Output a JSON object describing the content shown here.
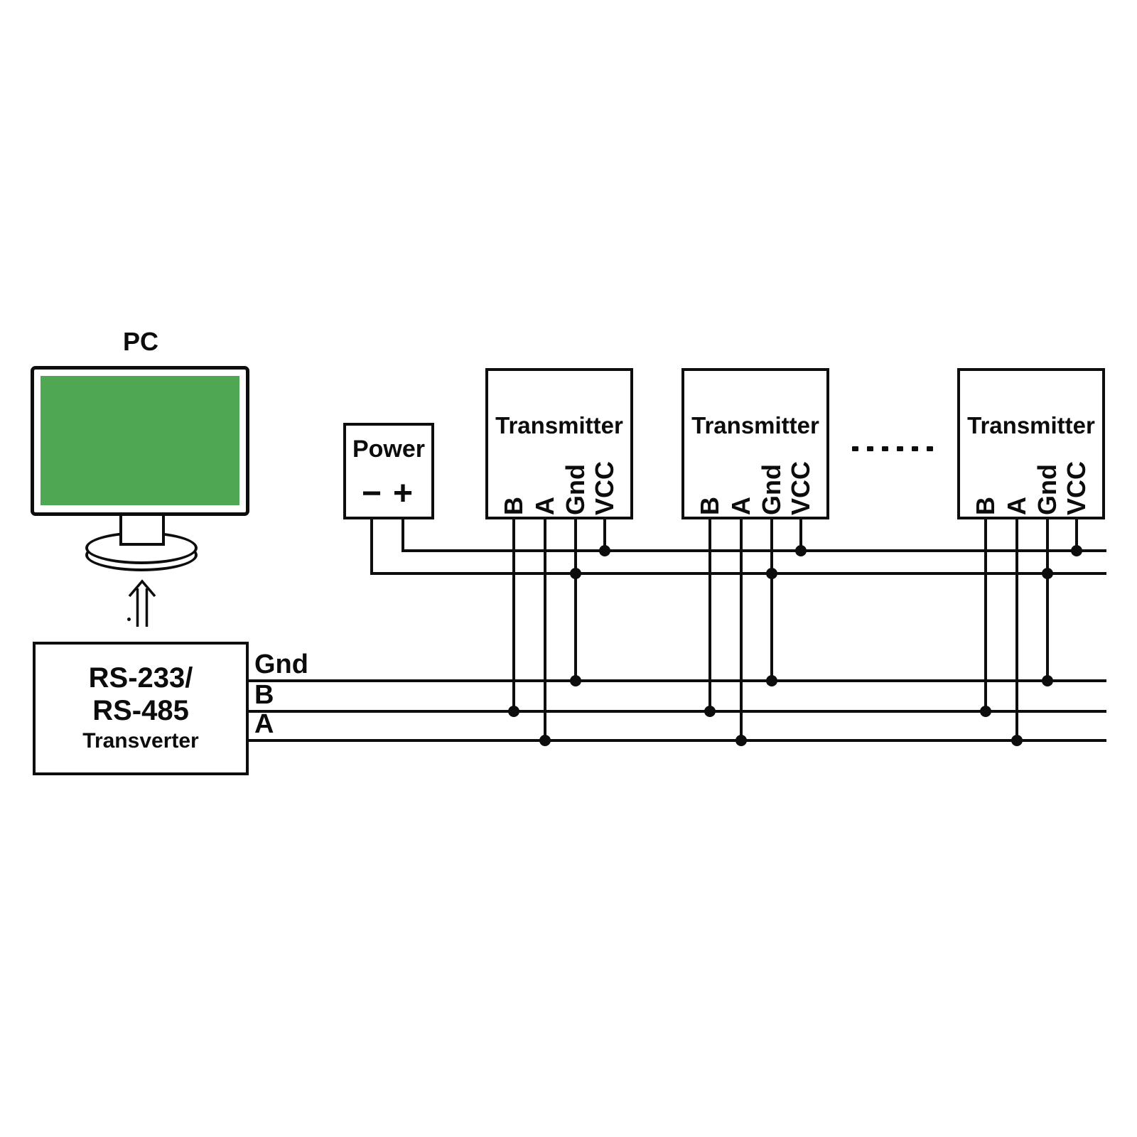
{
  "pc": {
    "label": "PC"
  },
  "transverter": {
    "line1": "RS-233/",
    "line2": "RS-485",
    "line3": "Transverter"
  },
  "power": {
    "label": "Power",
    "negative_terminal": "−",
    "positive_terminal": "+"
  },
  "bus_labels": {
    "gnd": "Gnd",
    "b": "B",
    "a": "A"
  },
  "transmitters": [
    {
      "label": "Transmitter",
      "pins": [
        "B",
        "A",
        "Gnd",
        "VCC"
      ]
    },
    {
      "label": "Transmitter",
      "pins": [
        "B",
        "A",
        "Gnd",
        "VCC"
      ]
    },
    {
      "label": "Transmitter",
      "pins": [
        "B",
        "A",
        "Gnd",
        "VCC"
      ]
    }
  ],
  "ellipsis_dot_count": 6,
  "colors": {
    "screen_green": "#4FA653",
    "ink": "#0d0d0d"
  }
}
